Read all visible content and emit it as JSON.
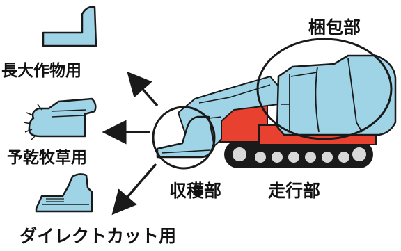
{
  "labels": {
    "long_crop": "長大作物用",
    "pre_dried": "予乾牧草用",
    "direct_cut": "ダイレクトカット用",
    "packing": "梱包部",
    "harvesting": "収穫部",
    "traveling": "走行部"
  },
  "colors": {
    "part_fill": "#9fd3e6",
    "body_red": "#e8412f",
    "outline": "#1a1a1a",
    "track": "#1a1a1a",
    "wheel": "#d8d8d8"
  }
}
